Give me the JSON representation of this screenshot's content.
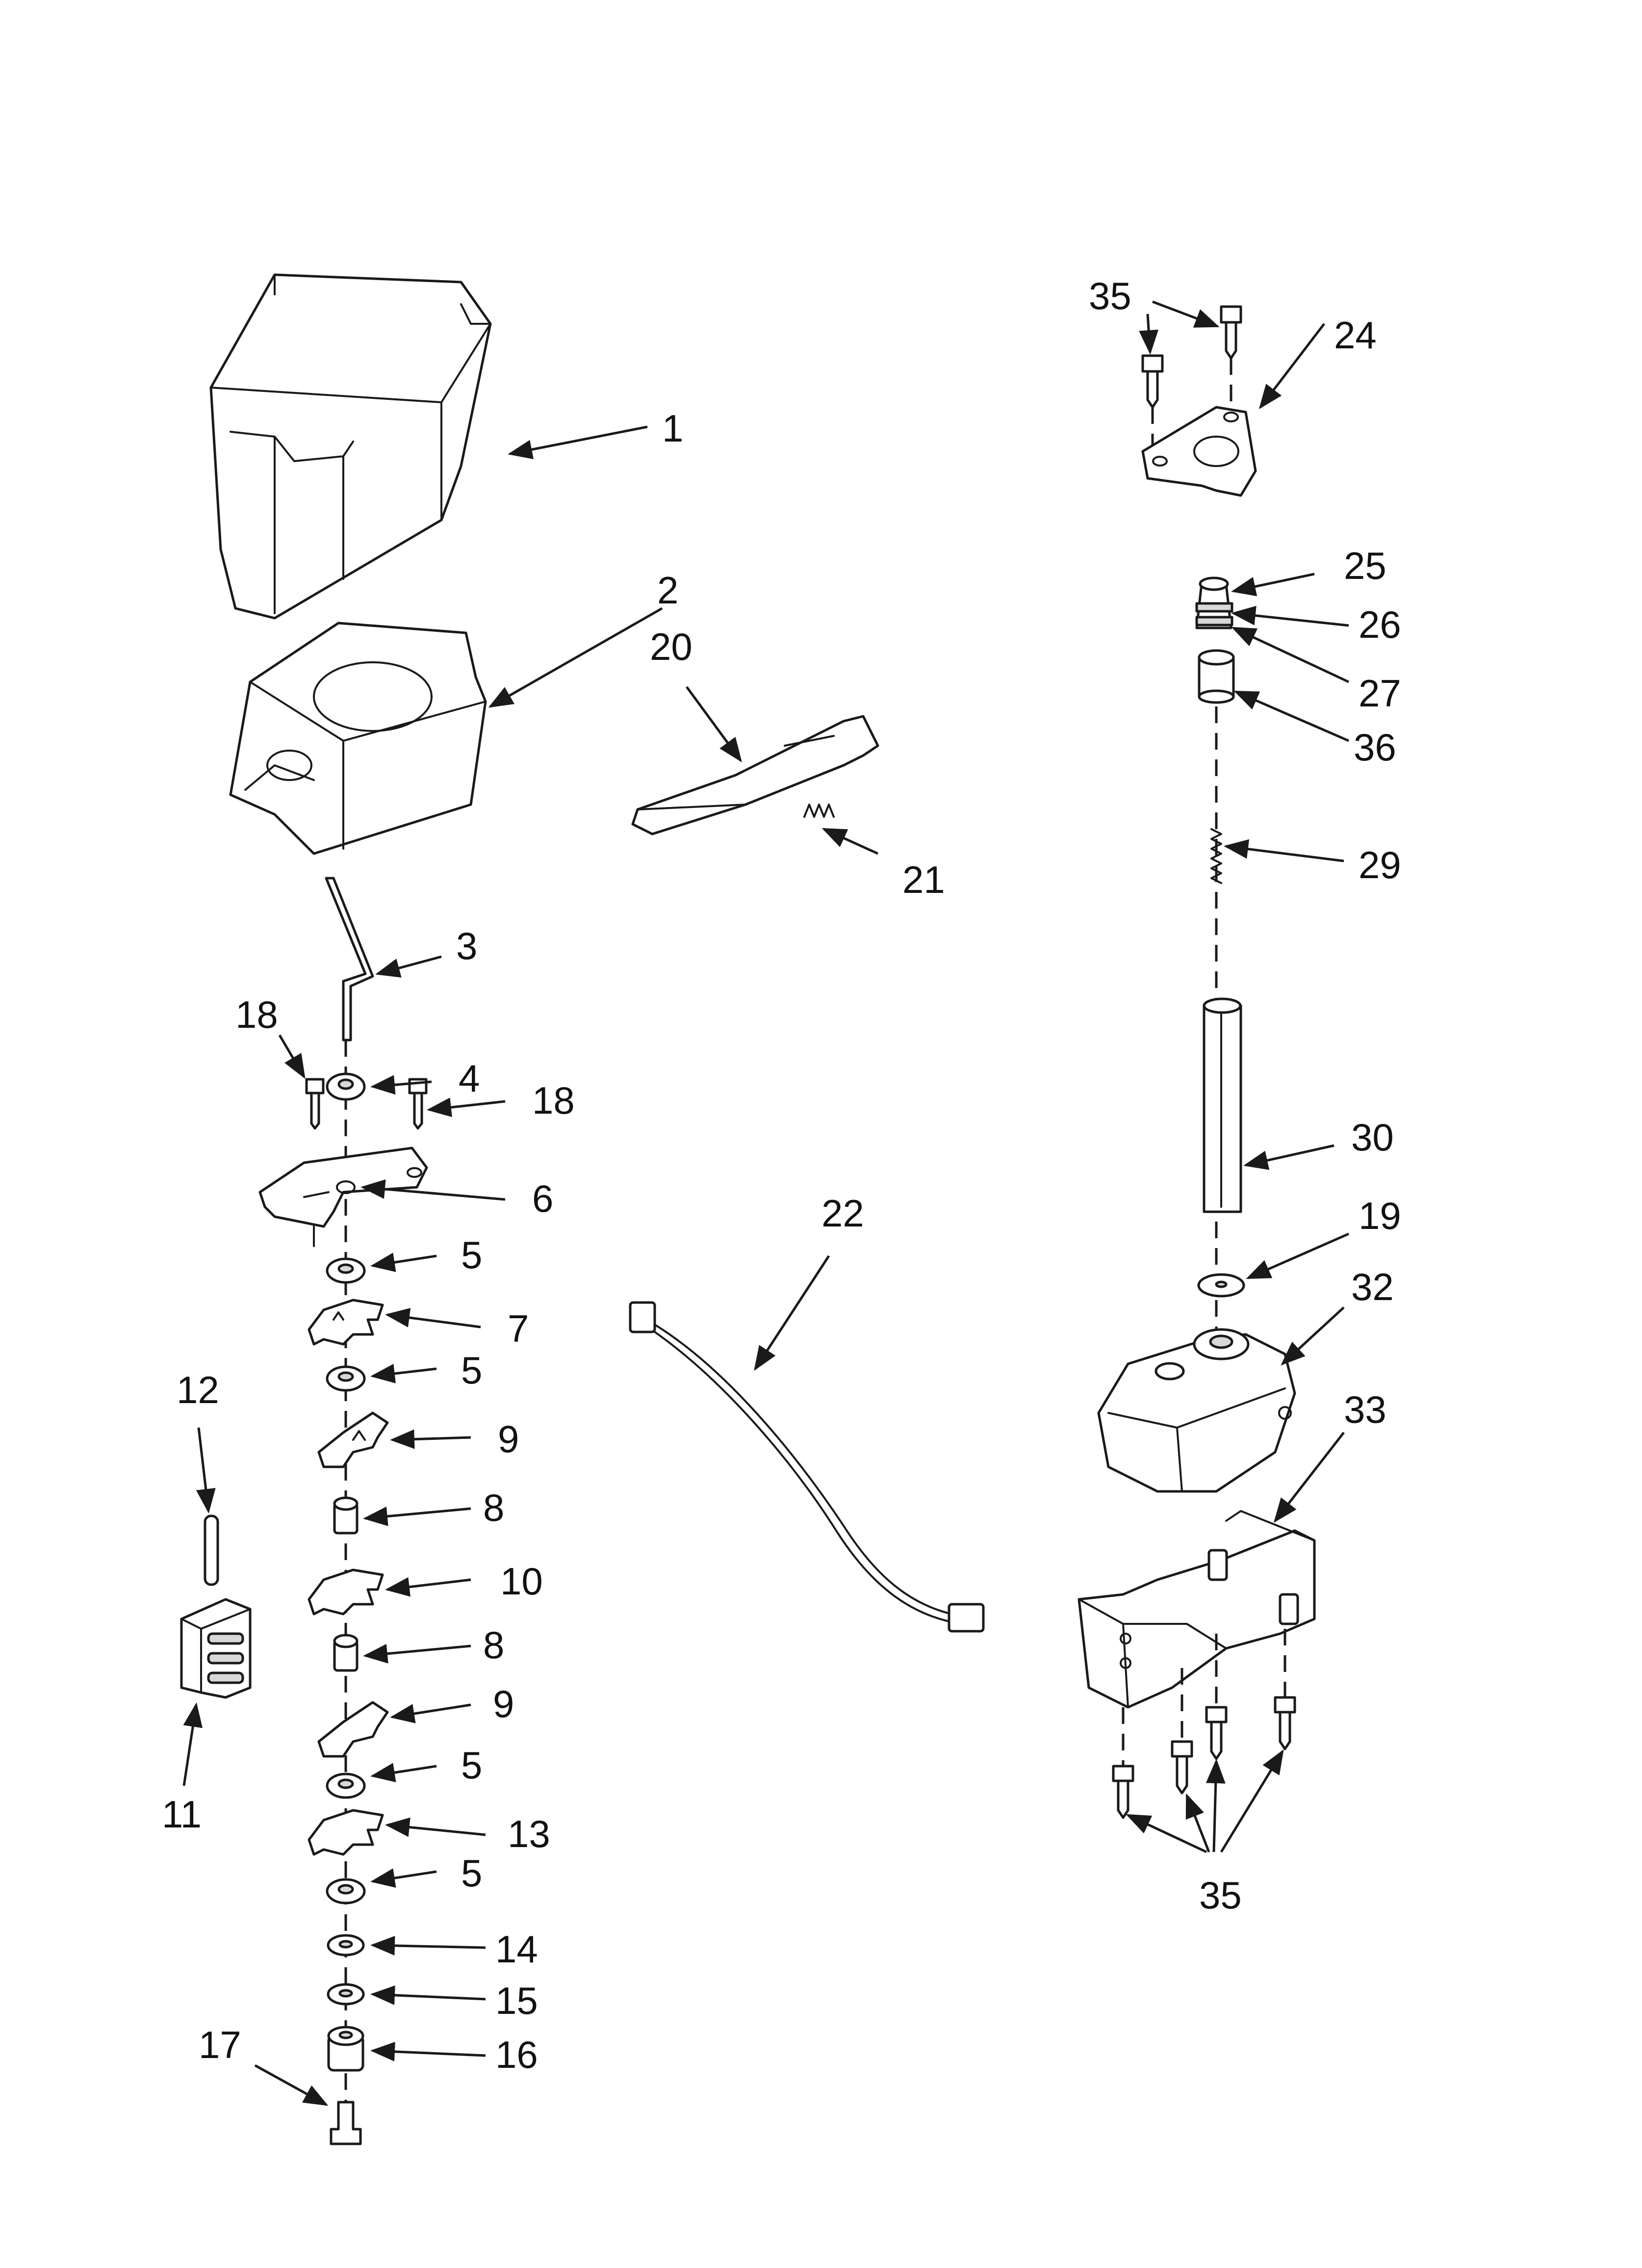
{
  "diagram": {
    "callouts": {
      "c1": "1",
      "c2": "2",
      "c3": "3",
      "c4": "4",
      "c5a": "5",
      "c5b": "5",
      "c5c": "5",
      "c5d": "5",
      "c6": "6",
      "c7": "7",
      "c8a": "8",
      "c8b": "8",
      "c9a": "9",
      "c9b": "9",
      "c10": "10",
      "c11": "11",
      "c12": "12",
      "c13": "13",
      "c14": "14",
      "c15": "15",
      "c16": "16",
      "c17": "17",
      "c18a": "18",
      "c18b": "18",
      "c19": "19",
      "c20": "20",
      "c21": "21",
      "c22": "22",
      "c24": "24",
      "c25": "25",
      "c26": "26",
      "c27": "27",
      "c29": "29",
      "c30": "30",
      "c32": "32",
      "c33": "33",
      "c35a": "35",
      "c35b": "35",
      "c36": "36"
    }
  }
}
